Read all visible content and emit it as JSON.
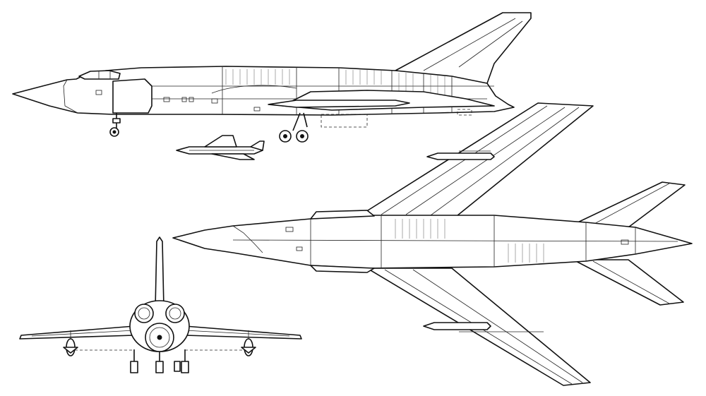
{
  "drawing": {
    "type": "three-view line drawing",
    "line_color": "#111111",
    "background": "#ffffff",
    "views": [
      "side-view",
      "top-view",
      "front-view",
      "missile-detail"
    ]
  }
}
